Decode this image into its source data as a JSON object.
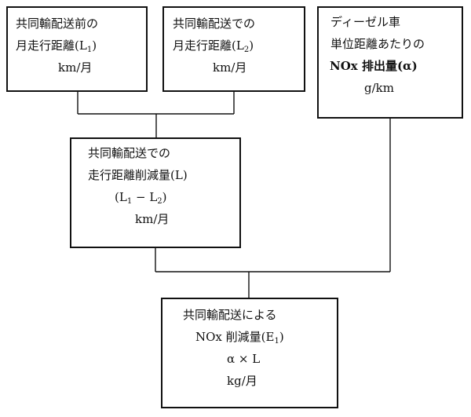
{
  "diagram": {
    "box_l1": {
      "line1": "共同輸配送前の",
      "line2_text": "月走行距離",
      "line2_open": "(",
      "line2_var": "L",
      "line2_sub": "1",
      "line2_close": ")",
      "unit": "km/月"
    },
    "box_l2": {
      "line1": "共同輸配送での",
      "line2_text": "月走行距離",
      "line2_open": "(",
      "line2_var": "L",
      "line2_sub": "2",
      "line2_close": ")",
      "unit": "km/月"
    },
    "box_alpha": {
      "line1": "ディーゼル車",
      "line2": "単位距離あたりの",
      "line3": "NOx 排出量(α)",
      "unit": "g/km"
    },
    "box_reduction": {
      "line1": "共同輸配送での",
      "line2": "走行距離削減量(L)",
      "formula_open": "(",
      "formula_var1": "L",
      "formula_sub1": "1",
      "formula_minus": " − ",
      "formula_var2": "L",
      "formula_sub2": "2",
      "formula_close": ")",
      "unit": "km/月"
    },
    "box_nox": {
      "line1": "共同輸配送による",
      "line2_text": "NOx 削減量(E",
      "line2_sub": "1",
      "line2_close": ")",
      "line3": "α × L",
      "unit": "kg/月"
    }
  },
  "colors": {
    "stroke": "#111111",
    "background": "#ffffff"
  }
}
